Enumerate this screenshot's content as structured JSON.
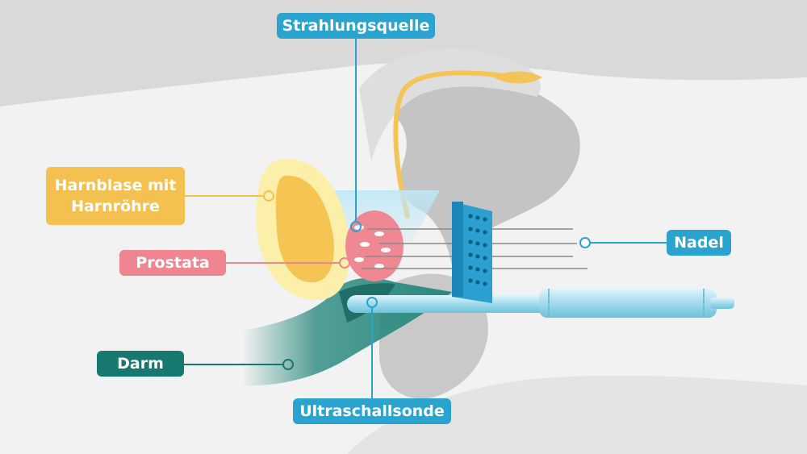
{
  "labels": {
    "strahlungsquelle": "Strahlungsquelle",
    "harnblase_line1": "Harnblase mit",
    "harnblase_line2": "Harnröhre",
    "prostata": "Prostata",
    "nadel": "Nadel",
    "darm": "Darm",
    "ultraschallsonde": "Ultraschallsonde"
  },
  "colors": {
    "background": "#d9d9d9",
    "body": "#f2f2f2",
    "pelvis": "#c4c4c4",
    "bladder_outer": "#fcefa9",
    "bladder_inner": "#f6c452",
    "prostate": "#f08893",
    "bowel": "#2b8a7f",
    "darm_label": "#17786f",
    "probe": "#8fd3e6",
    "template": "#2a9fd0",
    "cyan_label": "#2aa4cf",
    "harnblase_label": "#f4c04f",
    "prostata_label": "#ef8590",
    "urethra": "#f4c45a"
  }
}
